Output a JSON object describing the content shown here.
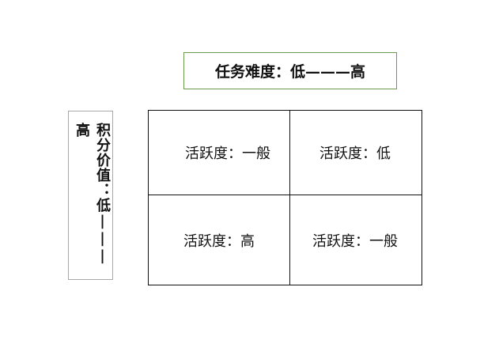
{
  "task_axis": {
    "label": "任务难度：低———高"
  },
  "points_axis": {
    "label": "积分价值：低|||高"
  },
  "matrix": {
    "cells": [
      {
        "text": "活跃度：一般"
      },
      {
        "text": "活跃度：低"
      },
      {
        "text": "活跃度：高"
      },
      {
        "text": "活跃度：一般"
      }
    ]
  }
}
